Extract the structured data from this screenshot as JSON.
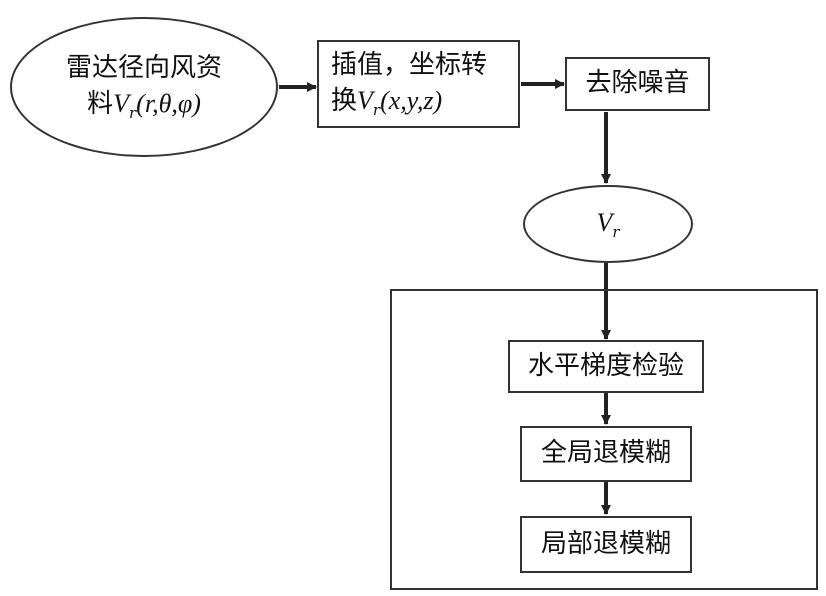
{
  "nodes": {
    "radar_data": {
      "line1": "雷达径向风资",
      "line2_prefix": "料",
      "var": "V",
      "sub": "r",
      "args": "(r,θ,φ)"
    },
    "interp_transform": {
      "line1": "插值，坐标转",
      "line2_prefix": "换",
      "var": "V",
      "sub": "r",
      "args": "(x,y,z)"
    },
    "denoise": {
      "label": "去除噪音"
    },
    "vr": {
      "var": "V",
      "sub": "r"
    },
    "horizontal_gradient": {
      "label": "水平梯度检验"
    },
    "global_dealias": {
      "label": "全局退模糊"
    },
    "local_dealias": {
      "label": "局部退模糊"
    }
  }
}
